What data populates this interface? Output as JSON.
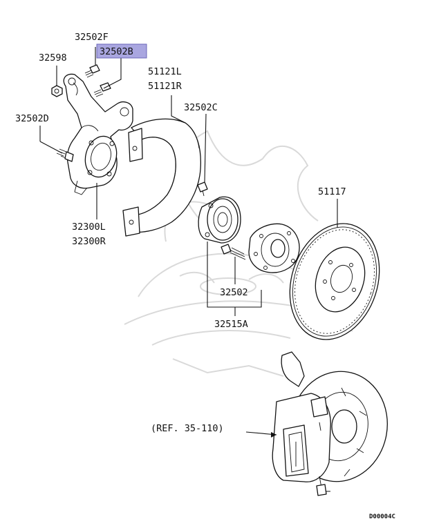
{
  "colors": {
    "highlight": "#a9a6e0",
    "line": "#111111",
    "watermark": "#d9d9d9"
  },
  "labels": {
    "p32502F": "32502F",
    "p32502B": "32502B",
    "p32598": "32598",
    "p51121L": "51121L",
    "p51121R": "51121R",
    "p32502C": "32502C",
    "p32502D": "32502D",
    "p51117": "51117",
    "p32300L": "32300L",
    "p32300R": "32300R",
    "p32502": "32502",
    "p32515A": "32515A",
    "ref": "(REF. 35-110)",
    "code": "D00004C"
  }
}
